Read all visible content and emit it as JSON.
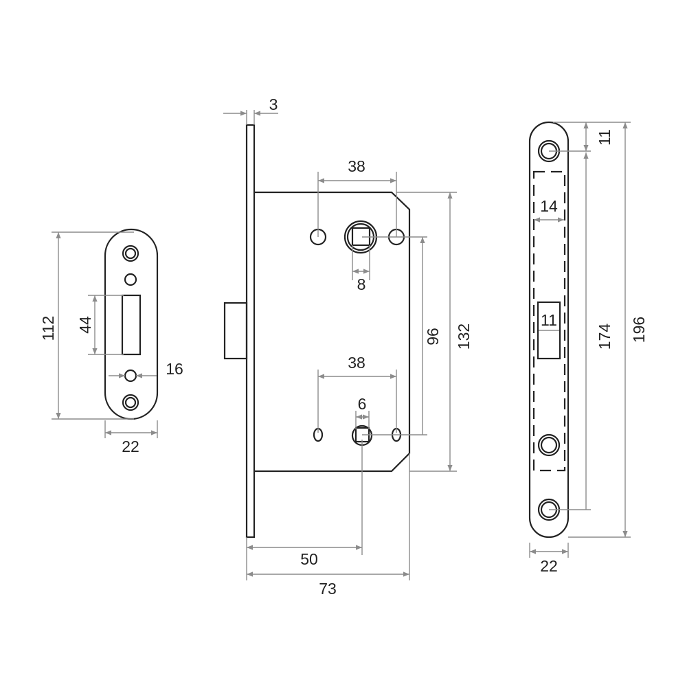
{
  "strike_plate": {
    "height": "112",
    "slot_height": "44",
    "hole_gap": "16",
    "width": "22"
  },
  "mortise_lock": {
    "faceplate_thickness": "3",
    "top_hole_spacing": "38",
    "follower_square": "8",
    "bottom_hole_spacing": "38",
    "cylinder_square": "6",
    "center_distance": "96",
    "body_height": "132",
    "backset": "50",
    "body_depth": "73"
  },
  "faceplate": {
    "top_offset": "11",
    "pocket_width": "14",
    "latch_width": "11",
    "hole_distance": "174",
    "total_height": "196",
    "width": "22"
  },
  "colors": {
    "outline": "#222222",
    "dimension": "#8c8c8c"
  }
}
